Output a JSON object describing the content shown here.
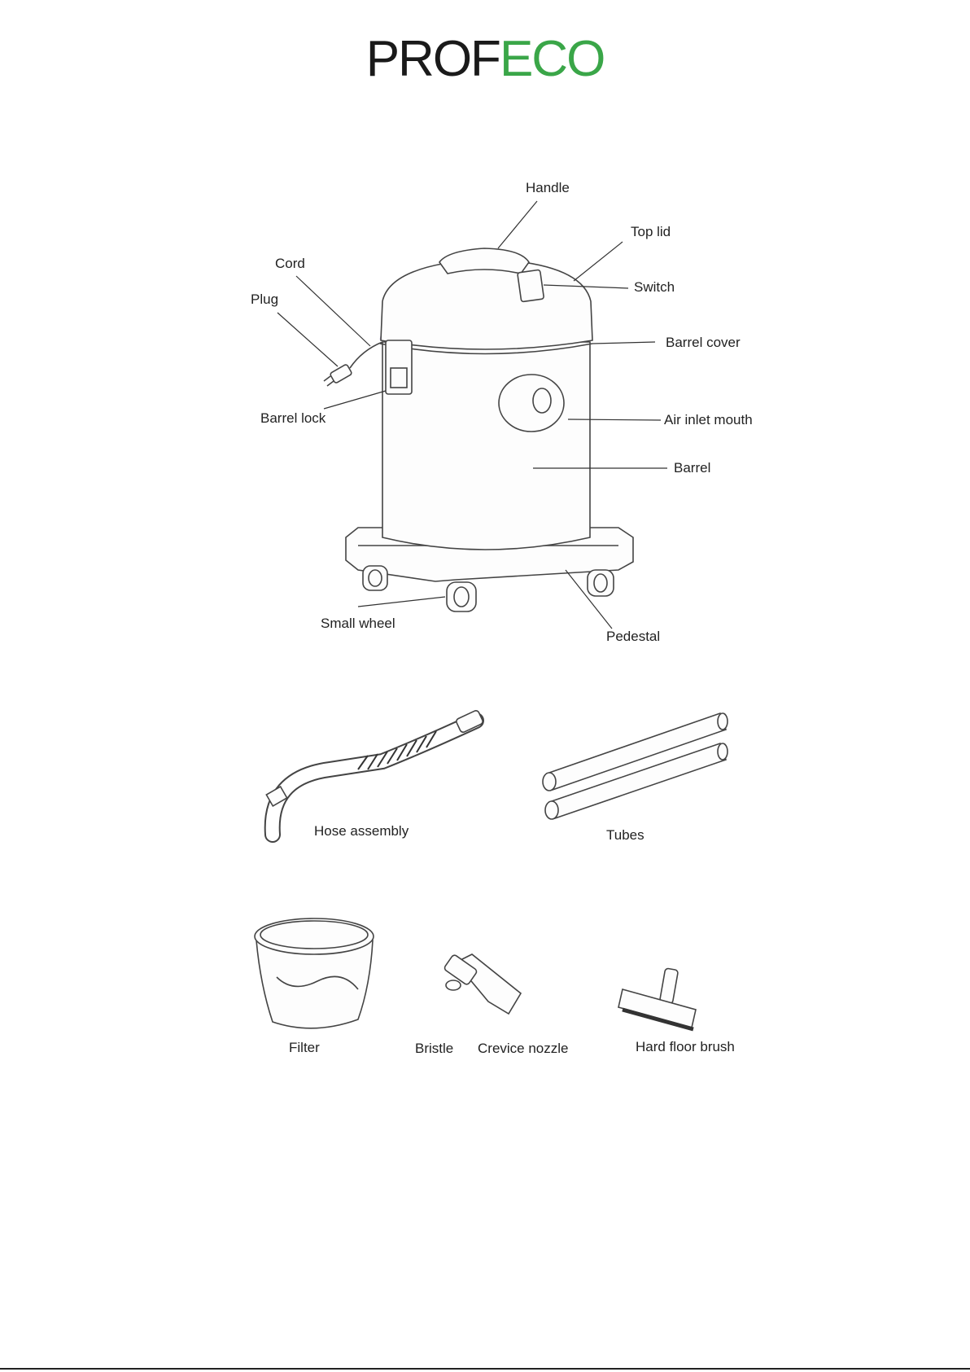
{
  "brand": {
    "logo_dark": "PROF",
    "logo_green": "ECO",
    "green_color": "#3aa648",
    "dark_color": "#1a1a1a"
  },
  "labels": {
    "handle": "Handle",
    "top_lid": "Top lid",
    "cord": "Cord",
    "switch": "Switch",
    "plug": "Plug",
    "barrel_cover": "Barrel cover",
    "barrel_lock": "Barrel lock",
    "air_inlet_mouth": "Air inlet mouth",
    "barrel": "Barrel",
    "small_wheel": "Small wheel",
    "pedestal": "Pedestal",
    "hose_assembly": "Hose assembly",
    "tubes": "Tubes",
    "filter": "Filter",
    "bristle": "Bristle",
    "crevice_nozzle": "Crevice nozzle",
    "hard_floor_brush": "Hard floor brush"
  }
}
